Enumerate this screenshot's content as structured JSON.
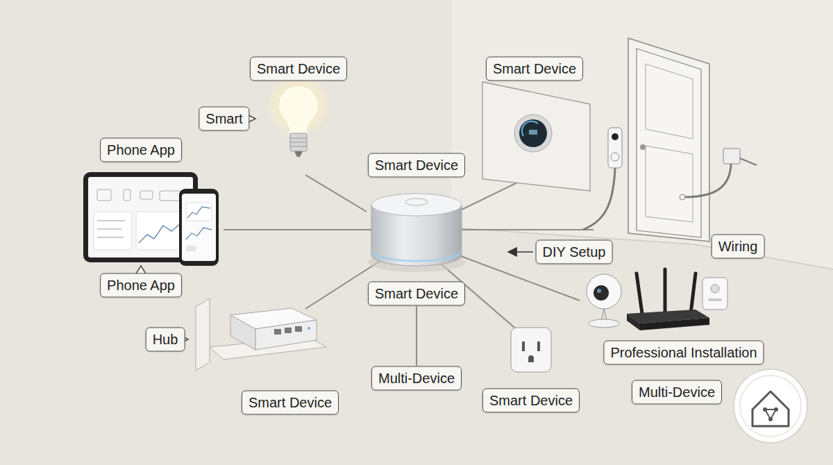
{
  "diagram": {
    "nodes": [
      {
        "text": [
          "Smart Device"
        ]
      },
      {
        "text": [
          "Smart Device"
        ]
      },
      {
        "text": [
          "Smart"
        ]
      },
      {
        "text": [
          "Phone App"
        ]
      },
      {
        "text": [
          "Smart Device"
        ]
      },
      {
        "text": [
          "Wiring"
        ]
      },
      {
        "text": [
          "DIY Setup"
        ]
      },
      {
        "text": [
          "Phone App"
        ]
      },
      {
        "text": [
          "Smart Device"
        ]
      },
      {
        "text": [
          "Hub"
        ]
      },
      {
        "text": [
          "Professional Installation"
        ]
      },
      {
        "text": [
          "Multi-Device"
        ]
      },
      {
        "text": [
          "Multi-Device"
        ]
      },
      {
        "text": [
          "Smart Device"
        ]
      },
      {
        "text": [
          "Smart Device"
        ]
      }
    ],
    "edges": [
      {
        "from": 8,
        "to": 11,
        "arrow": "none"
      }
    ]
  }
}
